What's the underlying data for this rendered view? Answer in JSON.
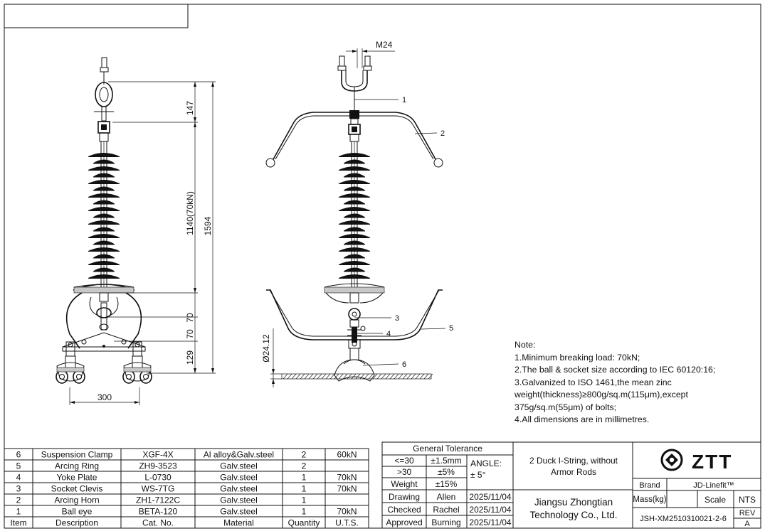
{
  "dims": {
    "d147": "147",
    "d1140": "1140(70kN)",
    "d1594": "1594",
    "d70a": "70",
    "d70b": "70",
    "d129": "129",
    "d300": "300",
    "dphi": "Ø24.12",
    "m24": "M24"
  },
  "balloons": [
    "1",
    "2",
    "3",
    "4",
    "5",
    "6"
  ],
  "notes": {
    "title": "Note:",
    "lines": [
      "1.Minimum breaking load: 70kN;",
      "2.The ball & socket size according to IEC 60120:16;",
      "3.Galvanized to ISO 1461,the mean zinc",
      "weight(thickness)≥800g/sq.m(115μm),except",
      "375g/sq.m(55μm) of bolts;",
      "4.All dimensions are in millimetres."
    ]
  },
  "bom": {
    "headers": [
      "Item",
      "Description",
      "Cat. No.",
      "Material",
      "Quantity",
      "U.T.S."
    ],
    "rows": [
      [
        "6",
        "Suspension Clamp",
        "XGF-4X",
        "Al alloy&Galv.steel",
        "2",
        "60kN"
      ],
      [
        "5",
        "Arcing Ring",
        "ZH9-3523",
        "Galv.steel",
        "2",
        ""
      ],
      [
        "4",
        "Yoke Plate",
        "L-0730",
        "Galv.steel",
        "1",
        "70kN"
      ],
      [
        "3",
        "Socket Clevis",
        "WS-7TG",
        "Galv.steel",
        "1",
        "70kN"
      ],
      [
        "2",
        "Arcing Horn",
        "ZH1-7122C",
        "Galv.steel",
        "1",
        ""
      ],
      [
        "1",
        "Ball eye",
        "BETA-120",
        "Galv.steel",
        "1",
        "70kN"
      ]
    ]
  },
  "tolerance": {
    "title": "General Tolerance",
    "r1": [
      "<=30",
      "±1.5mm"
    ],
    "r2": [
      ">30",
      "±5%"
    ],
    "r3": [
      "Weight",
      "±15%"
    ],
    "angle_label": "ANGLE:",
    "angle_value": "± 5°"
  },
  "signoff": [
    [
      "Drawing",
      "Allen",
      "2025/11/04"
    ],
    [
      "Checked",
      "Rachel",
      "2025/11/04"
    ],
    [
      "Approved",
      "Burning",
      "2025/11/04"
    ]
  ],
  "title_block": {
    "drawing_title_1": "2 Duck I-String, without",
    "drawing_title_2": "Armor Rods",
    "company_1": "Jiangsu Zhongtian",
    "company_2": "Technology Co., Ltd.",
    "logo_text": "ZTT",
    "brand_label": "Brand",
    "brand_value": "JD-Linefit™",
    "mass_label": "Mass(kg)",
    "mass_value": "",
    "scale_label": "Scale",
    "scale_value": "NTS",
    "drawing_no": "JSH-XM2510310021-2-6",
    "rev_label": "REV",
    "rev_value": "A"
  }
}
